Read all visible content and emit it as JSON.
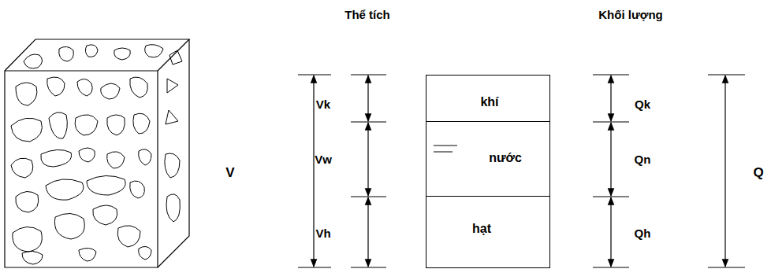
{
  "diagram": {
    "nodes": [
      {
        "text": [
          "khí"
        ]
      },
      {
        "text": [
          "nước"
        ]
      },
      {
        "text": [
          "hạt"
        ]
      }
    ],
    "labels": [
      "Thể tích",
      "Khối lượng",
      "V",
      "Vk",
      "Vw",
      "Vh",
      "Qk",
      "Qn",
      "Qh",
      "Q"
    ]
  }
}
